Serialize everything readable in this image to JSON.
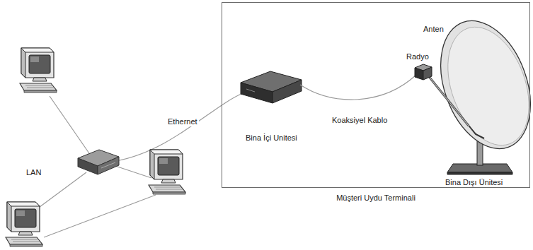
{
  "diagram": {
    "nodes": [
      {
        "text": [
          "Müşteri Uydu Terminali"
        ]
      }
    ],
    "labels": [
      "Anten",
      "Radyo",
      "Koaksiyel Kablo",
      "Bina İçi Unitesi",
      "Bina Dışı Ünitesi",
      "Ethernet",
      "LAN"
    ]
  }
}
